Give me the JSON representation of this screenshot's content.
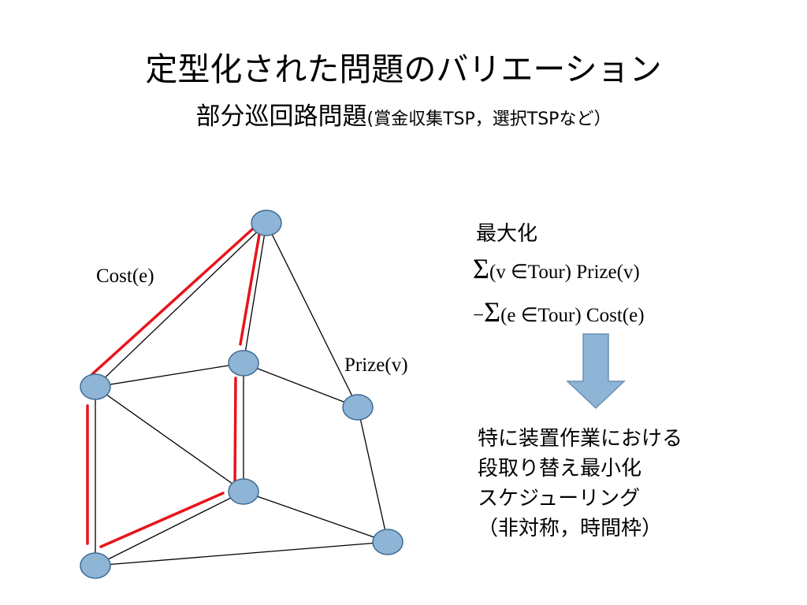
{
  "title": "定型化された問題のバリエーション",
  "subtitle": {
    "main": "部分巡回路問題",
    "paren_open": "(",
    "variants": "賞金収集TSP，選択TSPなど",
    "paren_close": "）"
  },
  "graph": {
    "cost_label": "Cost(e)",
    "prize_label": "Prize(v)",
    "node_color": "#8eb4d6",
    "node_border": "#3e6b92",
    "tour_color": "#e8141b",
    "edge_color": "#000000"
  },
  "objective": {
    "label": "最大化",
    "sigma": "Σ",
    "minus": "−",
    "term1": "(v ∈Tour) Prize(v)",
    "term2": "(e ∈Tour) Cost(e)"
  },
  "arrow_color": "#8eb4d6",
  "application": {
    "lines": [
      "特に装置作業における",
      "段取り替え最小化",
      "スケジューリング",
      "（非対称，時間枠）"
    ]
  }
}
